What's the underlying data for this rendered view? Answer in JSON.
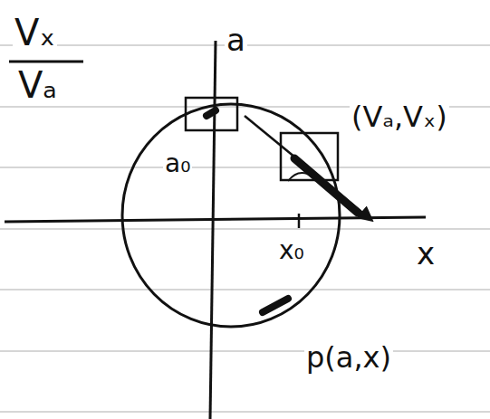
{
  "diagram": {
    "labels": [
      "Vₓ",
      "Vₐ",
      "a",
      "a₀",
      "x₀",
      "x",
      "(Vₐ,Vₓ)",
      "p(a,x)"
    ]
  }
}
